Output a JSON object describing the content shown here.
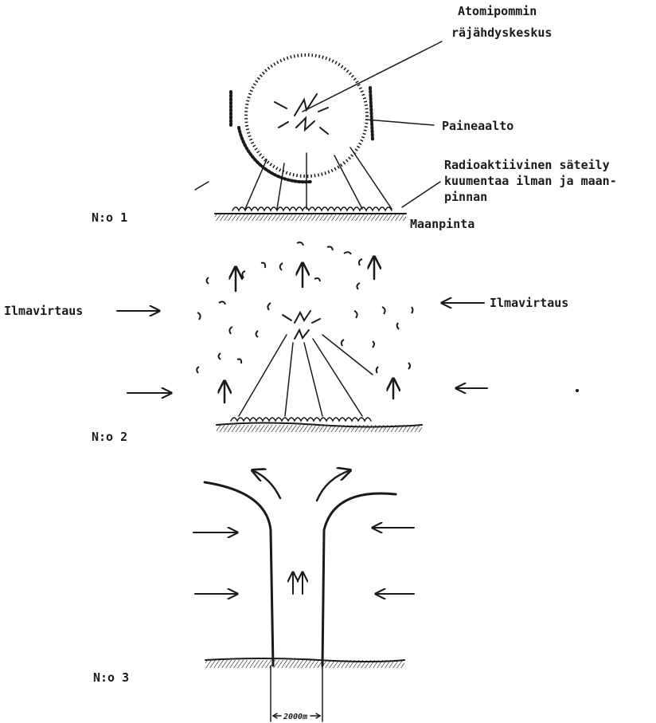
{
  "labels": {
    "bomb_title_line1": "Atomipommin",
    "bomb_title_line2": "räjähdyskeskus",
    "pressure_wave": "Paineaalto",
    "radiation_line1": "Radioaktiivinen säteily",
    "radiation_line2": "kuumentaa ilman ja maan-",
    "radiation_line3": "pinnan",
    "ground": "Maanpinta",
    "airflow_left": "Ilmavirtaus",
    "airflow_right": "Ilmavirtaus",
    "stage1": "N:o 1",
    "stage2": "N:o 2",
    "stage3": "N:o 3",
    "width_measure": "2000m"
  },
  "colors": {
    "ink": "#1a1a1a",
    "background": "#ffffff"
  }
}
